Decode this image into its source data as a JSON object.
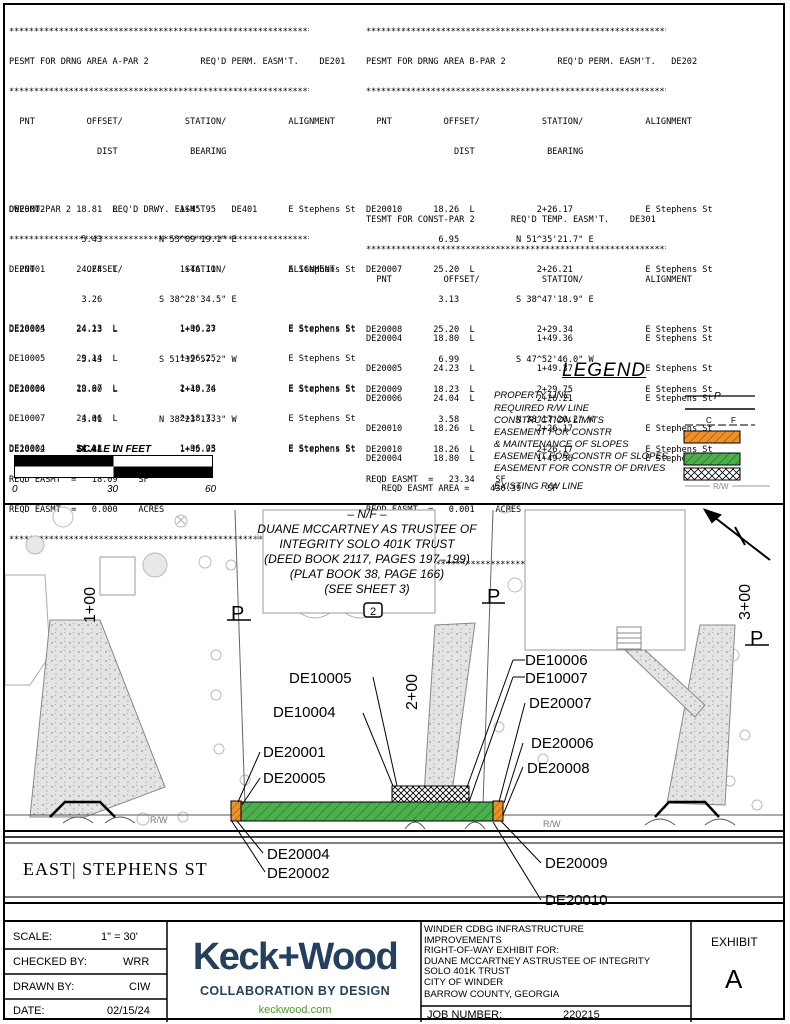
{
  "tables": {
    "a": {
      "header": "PESMT FOR DRNG AREA A-PAR 2          REQ'D PERM. EASM'T.    DE201",
      "cols": "  PNT          OFFSET/            STATION/            ALIGNMENT",
      "cols2": "                 DIST              BEARING",
      "rows": [
        "DE20002      18.81  L            1+45.95              E Stephens St",
        "              5.43           N 53^09'19.1\" E",
        "DE20001      24.24  L            1+46.11              E Stephens St",
        "              3.26           S 38^28'34.5\" E",
        "DE20005      24.23  L            1+49.37              E Stephens St",
        "              5.43           S 51^32'57.2\" W",
        "DE20004      18.80  L            1+49.36              E Stephens St",
        "              3.41           N 38^23'13.3\" W",
        "DE20002      18.81  L            1+45.95              E Stephens St",
        "REQD EASMT  =   18.09    SF",
        "REQD EASMT  =   0.000    ACRES"
      ]
    },
    "b": {
      "header": "PESMT FOR DRNG AREA B-PAR 2          REQ'D PERM. EASM'T.   DE202",
      "cols": "  PNT          OFFSET/            STATION/            ALIGNMENT",
      "cols2": "                 DIST              BEARING",
      "rows": [
        "DE20010      18.26  L            2+26.17              E Stephens St",
        "              6.95           N 51^35'21.7\" E",
        "DE20007      25.20  L            2+26.21              E Stephens St",
        "              3.13           S 38^47'18.9\" E",
        "DE20008      25.20  L            2+29.34              E Stephens St",
        "              6.99           S 47^52'46.0\" W",
        "DE20009      18.23  L            2+29.75              E Stephens St",
        "              3.58           N 38^17'20.2\" W",
        "DE20010      18.26  L            2+26.17              E Stephens St",
        "REQD EASMT  =   23.34    SF",
        "REQD EASMT  =   0.001    ACRES"
      ]
    },
    "c": {
      "header": "DWESMT-PAR 2        REQ'D DRWY. EASM'T.    DE401",
      "cols": "  PNT          OFFSET/            STATION/            ALIGNMENT",
      "rows": [
        "DE10004      24.13  L            1+96.23              E Stephens St",
        "DE10005      29.14  L            1+96.25              E Stephens St",
        "DE10006      29.07  L            2+18.74              E Stephens St",
        "DE10007      24.06  L            2+18.73              E Stephens St",
        "DE10004      24.13  L            1+96.23              E Stephens St"
      ]
    },
    "d": {
      "header": "TESMT FOR CONST-PAR 2       REQ'D TEMP. EASM'T.    DE301",
      "cols": "  PNT          OFFSET/            STATION/            ALIGNMENT",
      "rows": [
        "DE20004      18.80  L            1+49.36              E Stephens St",
        "DE20005      24.23  L            1+49.37              E Stephens St",
        "DE20006      24.04  L            2+26.21              E Stephens St",
        "DE20010      18.26  L            2+26.17              E Stephens St",
        "DE20004      18.80  L            1+49.36              E Stephens St",
        "   REQD EASMT AREA =    430.39     SF"
      ]
    },
    "stars": "**************************************************************************"
  },
  "legend": {
    "title": "LEGEND",
    "items": [
      "PROPERTY LINE",
      "REQUIRED R/W LINE",
      "CONSTRUCTION LIMITS",
      "EASEMENT FOR CONSTR",
      "& MAINTENANCE OF SLOPES",
      "EASEMENT FOR CONSTR OF SLOPES",
      "EASEMENT FOR CONSTR OF DRIVES",
      "EXISTING R/W LINE"
    ],
    "construction_c": "C",
    "construction_f": "F",
    "property_symbol": "P",
    "rw_label": "R/W",
    "colors": {
      "orange": "#f0902a",
      "green": "#4cae4c",
      "hatch": "#000000"
    }
  },
  "scale_bar": {
    "title": "SCALE IN FEET",
    "ticks": [
      "0",
      "30",
      "60"
    ]
  },
  "map": {
    "owner": [
      "– N/F –",
      "DUANE MCCARTNEY AS TRUSTEE OF",
      "INTEGRITY SOLO 401K TRUST",
      "(DEED BOOK 2117, PAGES 197–199)",
      "(PLAT BOOK 38, PAGE 166)",
      "(SEE SHEET 3)"
    ],
    "parcel_no": "2",
    "stations": [
      "1+00",
      "2+00",
      "3+00"
    ],
    "street": "EAST| STEPHENS ST",
    "prop_symbol": "P",
    "rw_small": "R/W",
    "callouts_left": [
      "DE20001",
      "DE20005",
      "DE20004",
      "DE20002"
    ],
    "callouts_mid": [
      "DE10005",
      "DE10004"
    ],
    "callouts_right": [
      "DE10006",
      "DE10007",
      "DE20007",
      "DE20006",
      "DE20008",
      "DE20009",
      "DE20010"
    ]
  },
  "title_block": {
    "scale_label": "SCALE:",
    "scale_value": "1\" = 30'",
    "checked_label": "CHECKED BY:",
    "checked_value": "WRR",
    "drawn_label": "DRAWN BY:",
    "drawn_value": "CIW",
    "date_label": "DATE:",
    "date_value": "02/15/24",
    "logo_main": "Keck+Wood",
    "logo_tagline": "COLLABORATION BY DESIGN",
    "logo_url": "keckwood.com",
    "project_lines": [
      "WINDER CDBG INFRASTRUCTURE",
      "IMPROVEMENTS",
      "RIGHT-OF-WAY EXHIBIT FOR:",
      "DUANE MCCARTNEY ASTRUSTEE OF INTEGRITY",
      "SOLO 401K TRUST",
      "CITY OF WINDER",
      "BARROW COUNTY, GEORGIA"
    ],
    "job_label": "JOB NUMBER:",
    "job_value": "220215",
    "exhibit_label": "EXHIBIT",
    "exhibit_value": "A"
  }
}
